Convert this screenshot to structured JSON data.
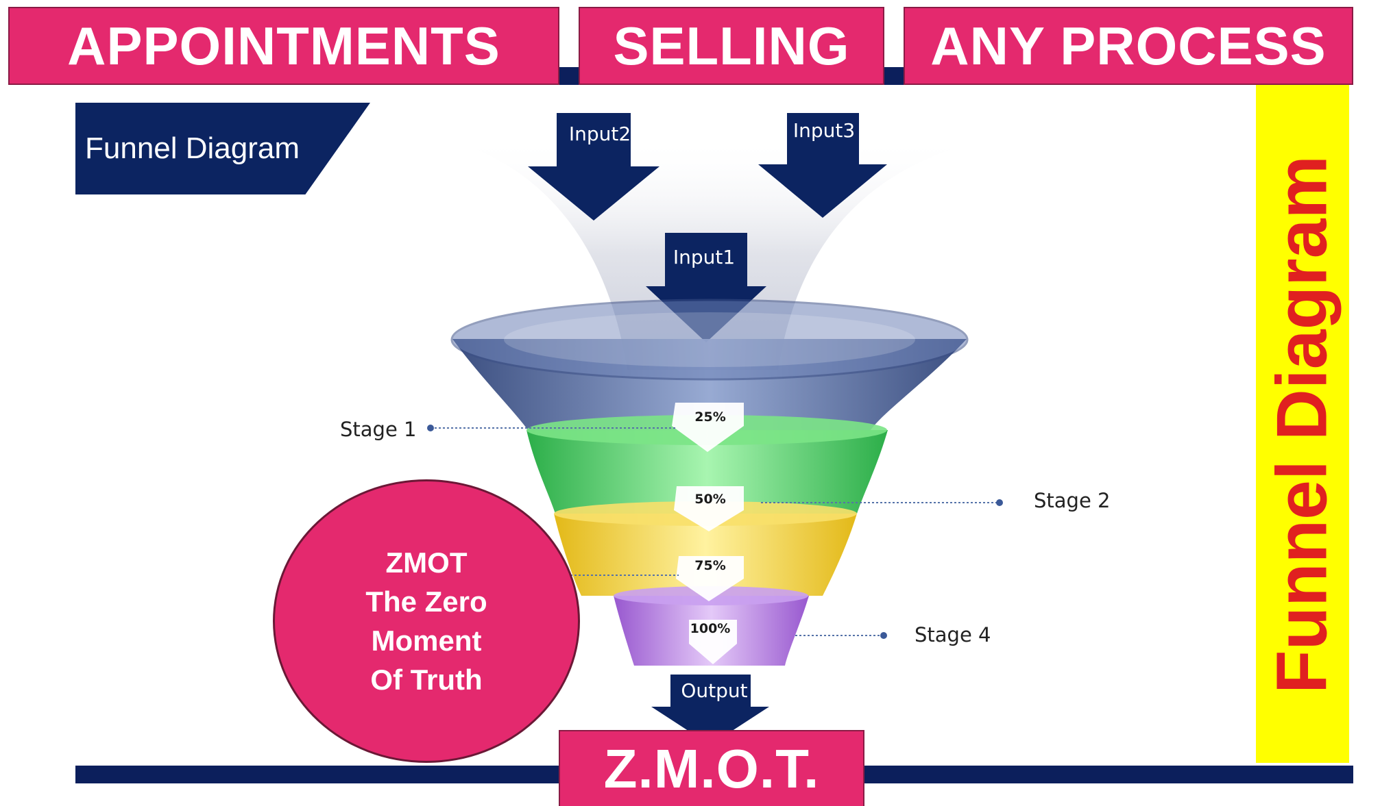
{
  "banners": {
    "appointments": "APPOINTMENTS",
    "selling": "SELLING",
    "any_process": "ANY PROCESS",
    "zmot_bottom": "Z.M.O.T."
  },
  "panel_title": "Funnel Diagram",
  "side_title": "Funnel Diagram",
  "inputs": [
    "Input1",
    "Input2",
    "Input3"
  ],
  "output": "Output",
  "stages": [
    {
      "label": "Stage 1",
      "percent": "25%"
    },
    {
      "label": "Stage 2",
      "percent": "50%"
    },
    {
      "label": "",
      "percent": "75%"
    },
    {
      "label": "Stage 4",
      "percent": "100%"
    }
  ],
  "zmot_circle": {
    "line1": "ZMOT",
    "line2": "The Zero",
    "line3": "Moment",
    "line4": "Of Truth"
  },
  "colors": {
    "banner_pink": "#e4296e",
    "navy": "#0c2461",
    "side_yellow": "#ffff00",
    "side_text_red": "#e02020",
    "stage1_blue": "#3f5a96",
    "stage2_green": "#5fdc6e",
    "stage3_yellow": "#f5d63c",
    "stage4_purple": "#b57de0"
  }
}
